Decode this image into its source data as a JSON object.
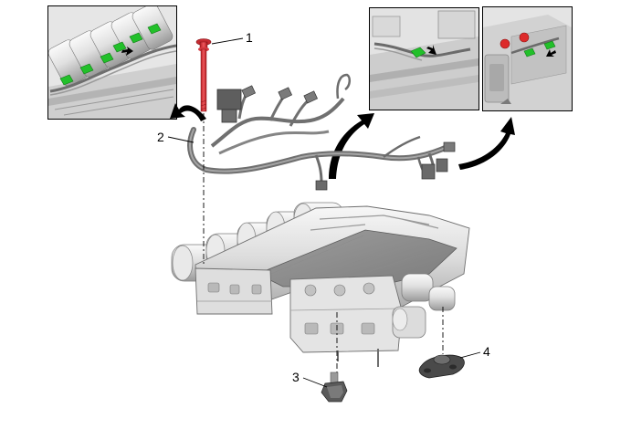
{
  "callouts": [
    "1",
    "2",
    "3",
    "4"
  ],
  "colors": {
    "bolt": "#e4343a",
    "connector_clip": "#22c02a",
    "plug_red": "#dd2a2a",
    "metal_light": "#eeeeee",
    "metal_mid": "#c9c9c9",
    "metal_dark": "#8a8a8a",
    "harness": "#7a7a7a",
    "arrow": "#000000"
  },
  "insets": [
    {
      "name": "solenoid-connector-detail"
    },
    {
      "name": "harness-clip-detail-center"
    },
    {
      "name": "harness-clip-detail-right"
    }
  ]
}
